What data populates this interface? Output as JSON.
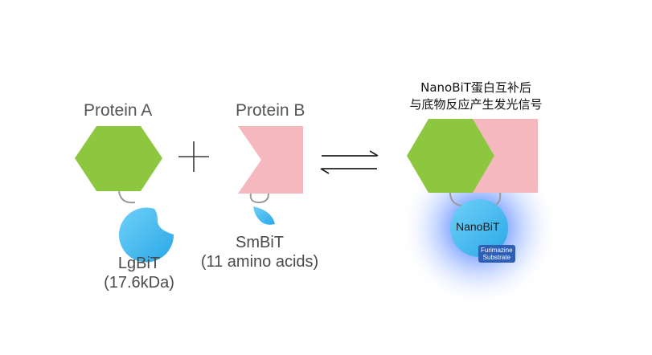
{
  "left": {
    "protein_a_label": "Protein A",
    "lgbit_name": "LgBiT",
    "lgbit_size": "(17.6kDa)"
  },
  "middle": {
    "plus_sign": "+",
    "protein_b_label": "Protein B",
    "smbit_name": "SmBiT",
    "smbit_size": "(11 amino acids)"
  },
  "right": {
    "title_line1": "NanoBiT蛋白互补后",
    "title_line2": "与底物反应产生发光信号",
    "nanobit_label": "NanoBiT",
    "substrate_line1": "Furimazine",
    "substrate_line2": "Substrate"
  },
  "colors": {
    "protein_a": "#8dc63f",
    "protein_b": "#f6b8bf",
    "bit_blue": "#3fb5ea",
    "glow_blue": "#6e93ff",
    "linker_gray": "#9a9a9a",
    "badge_blue": "#2f5fb5"
  }
}
